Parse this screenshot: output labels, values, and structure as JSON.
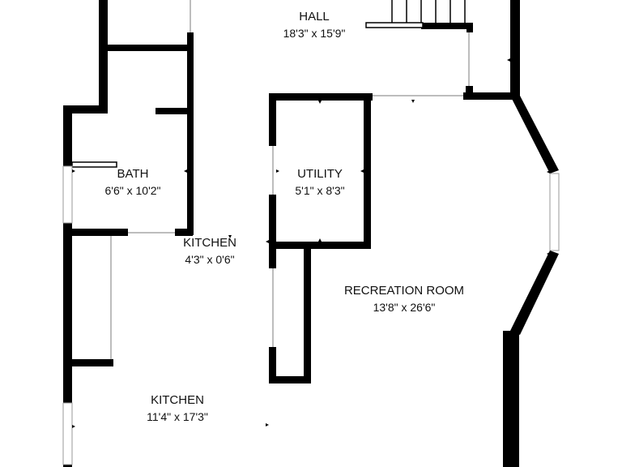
{
  "floorplan": {
    "colors": {
      "wall": "#000000",
      "background": "#ffffff",
      "window": "#ffffff",
      "text": "#111111"
    },
    "rooms": [
      {
        "id": "hall",
        "name": "HALL",
        "dims": "18'3\" x 15'9\""
      },
      {
        "id": "bath",
        "name": "BATH",
        "dims": "6'6\" x 10'2\""
      },
      {
        "id": "utility",
        "name": "UTILITY",
        "dims": "5'1\" x 8'3\""
      },
      {
        "id": "kitchen-small",
        "name": "KITCHEN",
        "dims": "4'3\" x 0'6\""
      },
      {
        "id": "recreation",
        "name": "RECREATION ROOM",
        "dims": "13'8\" x 26'6\""
      },
      {
        "id": "kitchen",
        "name": "KITCHEN",
        "dims": "11'4\" x 17'3\""
      }
    ]
  }
}
